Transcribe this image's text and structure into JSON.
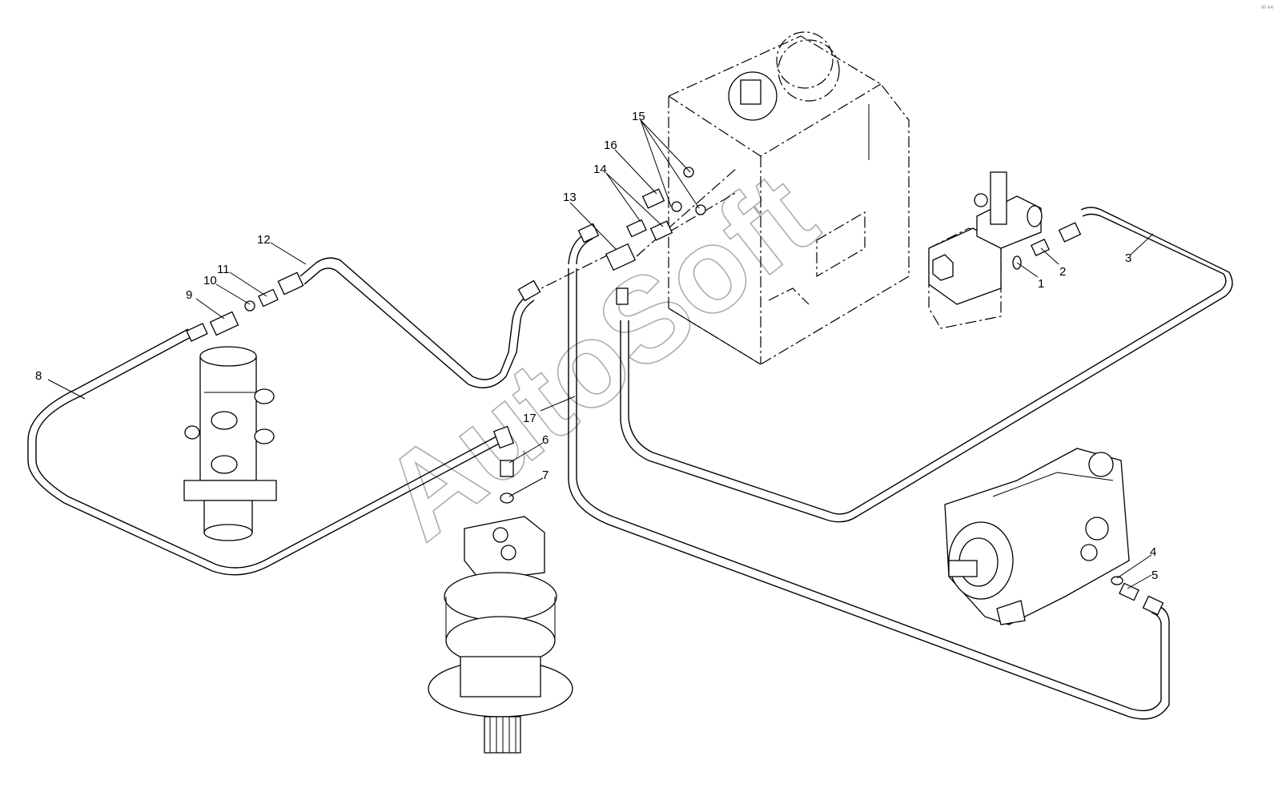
{
  "callouts": [
    {
      "id": "c1",
      "text": "1"
    },
    {
      "id": "c2",
      "text": "2"
    },
    {
      "id": "c3",
      "text": "3"
    },
    {
      "id": "c4",
      "text": "4"
    },
    {
      "id": "c5",
      "text": "5"
    },
    {
      "id": "c6",
      "text": "6"
    },
    {
      "id": "c7",
      "text": "7"
    },
    {
      "id": "c8",
      "text": "8"
    },
    {
      "id": "c9",
      "text": "9"
    },
    {
      "id": "c10",
      "text": "10"
    },
    {
      "id": "c11",
      "text": "11"
    },
    {
      "id": "c12",
      "text": "12"
    },
    {
      "id": "c13",
      "text": "13"
    },
    {
      "id": "c14",
      "text": "14"
    },
    {
      "id": "c15",
      "text": "15"
    },
    {
      "id": "c16",
      "text": "16"
    },
    {
      "id": "c17",
      "text": "17"
    }
  ],
  "watermark": "AutoSoft",
  "corner_mark": "ᵉᴰ ᵉᵒᵉ"
}
